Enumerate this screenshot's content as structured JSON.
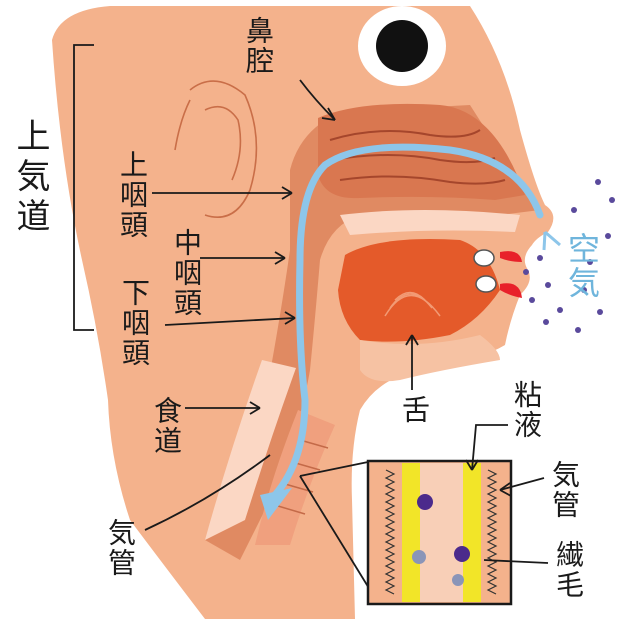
{
  "labels": {
    "upper_airway": "上気道",
    "nasal_cavity": "鼻腔",
    "nasopharynx": "上咽頭",
    "oropharynx": "中咽頭",
    "hypopharynx": "下咽頭",
    "esophagus": "食道",
    "trachea": "気管",
    "tongue": "舌",
    "air": "空気",
    "mucus": "粘液",
    "inset_trachea": "気管",
    "cilia": "繊毛"
  },
  "colors": {
    "skin": "#f4b28c",
    "throat": "#e08a62",
    "tongue": "#e45a2a",
    "airflow": "#8dc6ea",
    "mucus": "#f2e528",
    "lip": "#e8212a",
    "particle_dark": "#4b2a8c",
    "particle_gray": "#8a95b8"
  }
}
